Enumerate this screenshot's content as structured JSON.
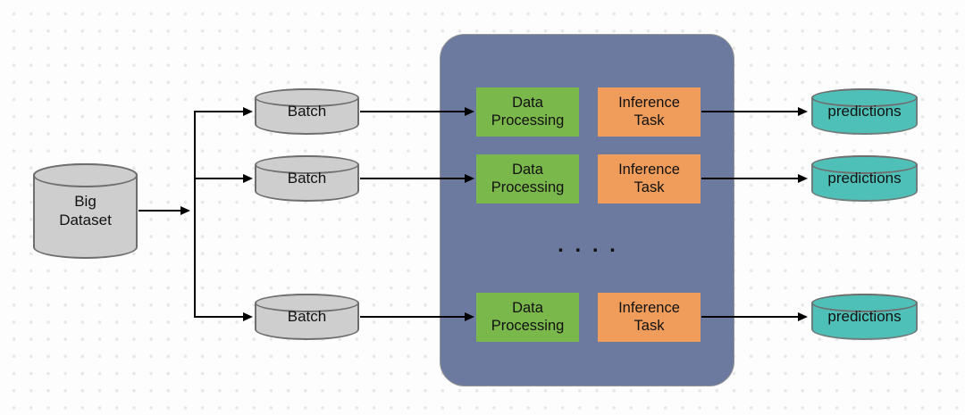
{
  "diagram": {
    "title_hint": "batch inference pipeline",
    "big_dataset": {
      "label": "Big Dataset"
    },
    "batch_nodes": [
      {
        "label": "Batch"
      },
      {
        "label": "Batch"
      },
      {
        "label": "Batch"
      }
    ],
    "worker_rows": [
      {
        "data_processing": "Data Processing",
        "inference_task": "Inference Task"
      },
      {
        "data_processing": "Data Processing",
        "inference_task": "Inference Task"
      },
      {
        "data_processing": "Data Processing",
        "inference_task": "Inference Task"
      }
    ],
    "prediction_nodes": [
      {
        "label": "predictions"
      },
      {
        "label": "predictions"
      },
      {
        "label": "predictions"
      }
    ],
    "ellipsis": ". . . ."
  },
  "colors": {
    "dataset_fill": "#cecece",
    "dataset_stroke": "#6e6e6e",
    "container_fill": "#6b7a9e",
    "processing_fill": "#7ab84c",
    "inference_fill": "#f09d5b",
    "predictions_fill": "#4fc0b8",
    "arrow": "#000000",
    "background_dot": "#e8e8e8"
  }
}
